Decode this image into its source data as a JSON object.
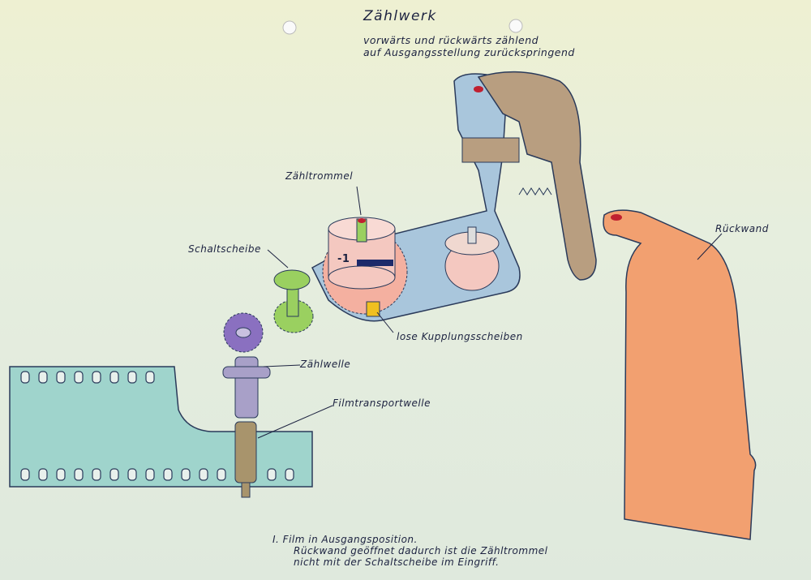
{
  "title": "Zählwerk",
  "subtitle": [
    "vorwärts und rückwärts zählend",
    "auf Ausgangsstellung zurückspringend"
  ],
  "labels": {
    "counter_drum": "Zähltrommel",
    "switch_disc": "Schaltscheibe",
    "clutch_discs": "lose Kupplungsscheiben",
    "counter_shaft": "Zählwelle",
    "film_transport_shaft": "Filmtransportwelle",
    "back_wall": "Rückwand",
    "drum_digit": "-1"
  },
  "note": [
    "I.  Film in Ausgangsposition.",
    "Rückwand geöffnet dadurch ist die Zähltrommel",
    "nicht mit der Schaltscheibe im Eingriff."
  ],
  "colors": {
    "paper": "#e4ece0",
    "film": "#9fd4cc",
    "bracket": "#a9c6dc",
    "lever": "#b89e80",
    "back_wall": "#f2a070",
    "drum": "#f4c8c0",
    "gear_green": "#9ad060",
    "gear_purple": "#8a70c0",
    "ink": "#1c2240"
  }
}
